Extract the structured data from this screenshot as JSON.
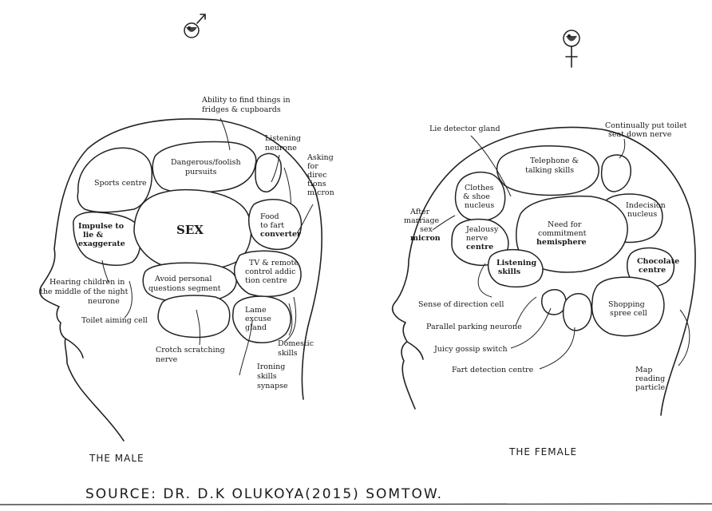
{
  "male": {
    "caption": "THE MALE",
    "labels": {
      "find_things": [
        "Ability to find things in",
        "fridges & cupboards"
      ],
      "listening": [
        "Listening",
        "neurone"
      ],
      "asking": [
        "Asking",
        "for",
        "direc",
        "tions",
        "micron"
      ],
      "dangerous": [
        "Dangerous/foolish",
        "pursuits"
      ],
      "sports": [
        "Sports centre"
      ],
      "sex": [
        "SEX"
      ],
      "impulse": [
        "Impulse to",
        "lie &",
        "exaggerate"
      ],
      "food": [
        "Food",
        "to fart",
        "converter"
      ],
      "tv": [
        "TV & remote",
        "control addic",
        "tion centre"
      ],
      "avoid": [
        "Avoid personal",
        "questions segment"
      ],
      "lame": [
        "Lame",
        "excuse",
        "gland"
      ],
      "hearing": [
        "Hearing children in",
        "the middle of the night",
        "neurone"
      ],
      "toilet": [
        "Toilet aiming cell"
      ],
      "crotch": [
        "Crotch scratching",
        "nerve"
      ],
      "domestic": [
        "Domestic",
        "skills"
      ],
      "ironing": [
        "Ironing",
        "skills",
        "synapse"
      ]
    }
  },
  "female": {
    "caption": "THE FEMALE",
    "labels": {
      "lie": [
        "Lie detector gland"
      ],
      "seat": [
        "Continually put toilet",
        "seat down nerve"
      ],
      "telephone": [
        "Telephone &",
        "talking skills"
      ],
      "clothes": [
        "Clothes",
        "& shoe",
        "nucleus"
      ],
      "after": [
        "After",
        "marriage",
        "sex",
        "micron"
      ],
      "indecision": [
        "Indecision",
        "nucleus"
      ],
      "need": [
        "Need for",
        "commitment",
        "hemisphere"
      ],
      "jealousy": [
        "Jealousy",
        "nerve",
        "centre"
      ],
      "listening": [
        "Listening",
        "skills"
      ],
      "chocolate": [
        "Chocolate",
        "centre"
      ],
      "shopping": [
        "Shopping",
        "spree cell"
      ],
      "sense": [
        "Sense of direction cell"
      ],
      "parallel": [
        "Parallel parking neurone"
      ],
      "juicy": [
        "Juicy gossip switch"
      ],
      "fart": [
        "Fart detection centre"
      ],
      "map": [
        "Map",
        "reading",
        "particle"
      ]
    }
  },
  "source": "SOURCE: DR. D.K OLUKOYA(2015) SOMTOW.",
  "icons": {
    "male": "male-symbol-icon",
    "female": "female-symbol-icon"
  }
}
